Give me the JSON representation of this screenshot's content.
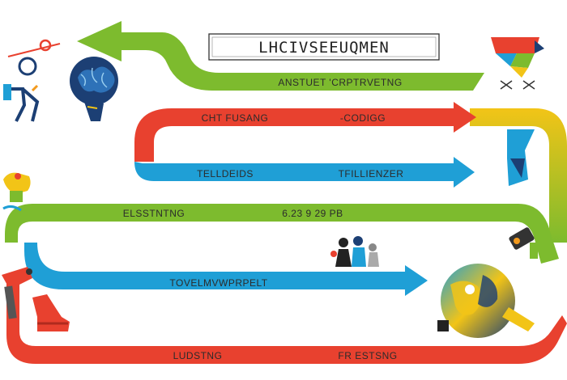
{
  "title": "LHCIVSEEUQMEN",
  "colors": {
    "green": "#7dbb2e",
    "red": "#e8412f",
    "blue": "#1f9fd6",
    "yellow": "#f2c417",
    "dark_blue": "#1c3f74",
    "orange": "#f39a1e"
  },
  "labels": {
    "green_top": "ANSTUET   'CRPTRVETNG",
    "red_left": "CHT FUSANG",
    "red_right": "-CODIGG",
    "blue_left": "TELLDEIDS",
    "blue_right": "TFILLIENZER",
    "green_mid_left": "ELSSTNTNG",
    "green_mid_right": "6.23 9 29 PB",
    "blue_low": "TOVELMVWPRPELT",
    "red_bottom_left": "LUDSTNG",
    "red_bottom_right": "FR ESTSNG"
  },
  "icons": [
    "brain-head-icon",
    "gym-equipment-icon",
    "mosaic-cube-icon",
    "satellite-icon",
    "telescope-icon",
    "people-group-icon",
    "globe-icon",
    "hammer-icon",
    "boot-icon",
    "hourglass-icon"
  ]
}
